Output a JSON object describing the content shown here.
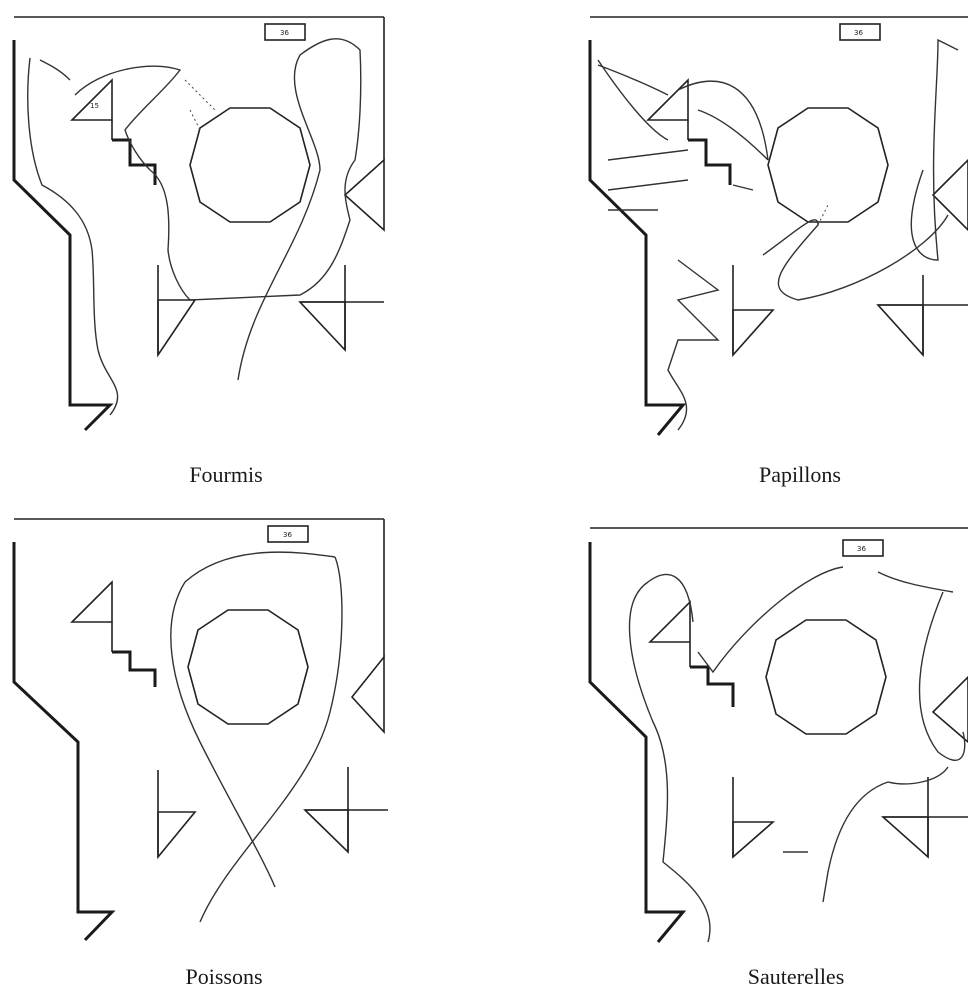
{
  "panels": [
    {
      "id": "fourmis",
      "caption": "Fourmis"
    },
    {
      "id": "papillons",
      "caption": "Papillons"
    },
    {
      "id": "poissons",
      "caption": "Poissons"
    },
    {
      "id": "sauterelles",
      "caption": "Sauterelles"
    }
  ]
}
